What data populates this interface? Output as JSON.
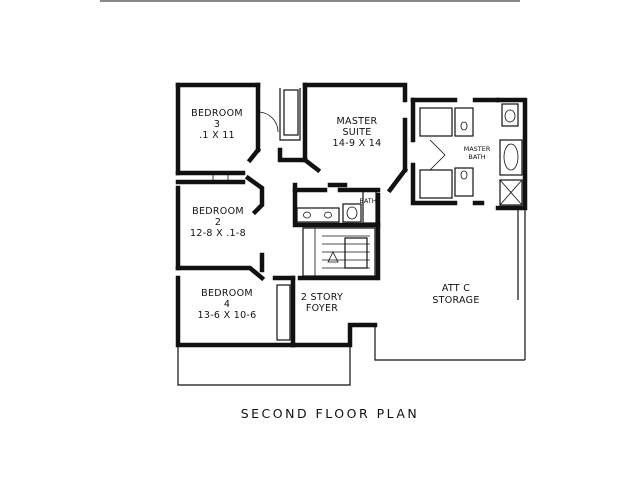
{
  "rooms": {
    "bedroom3": {
      "line1": "BEDROOM",
      "line2": "3",
      "line3": ".1 X 11"
    },
    "master_suite": {
      "line1": "MASTER",
      "line2": "SUITE",
      "line3": "14-9 X 14"
    },
    "master_bath": {
      "line1": "MASTER",
      "line2": "BATH"
    },
    "bath": {
      "label": "BATH"
    },
    "bedroom2": {
      "line1": "BEDROOM",
      "line2": "2",
      "line3": "12-8 X .1-8"
    },
    "bedroom4": {
      "line1": "BEDROOM",
      "line2": "4",
      "line3": "13-6 X 10-6"
    },
    "foyer": {
      "line1": "2 STORY",
      "line2": "FOYER"
    },
    "attic": {
      "line1": "ATT C",
      "line2": "STORAGE"
    }
  },
  "title": "SECOND FLOOR PLAN"
}
